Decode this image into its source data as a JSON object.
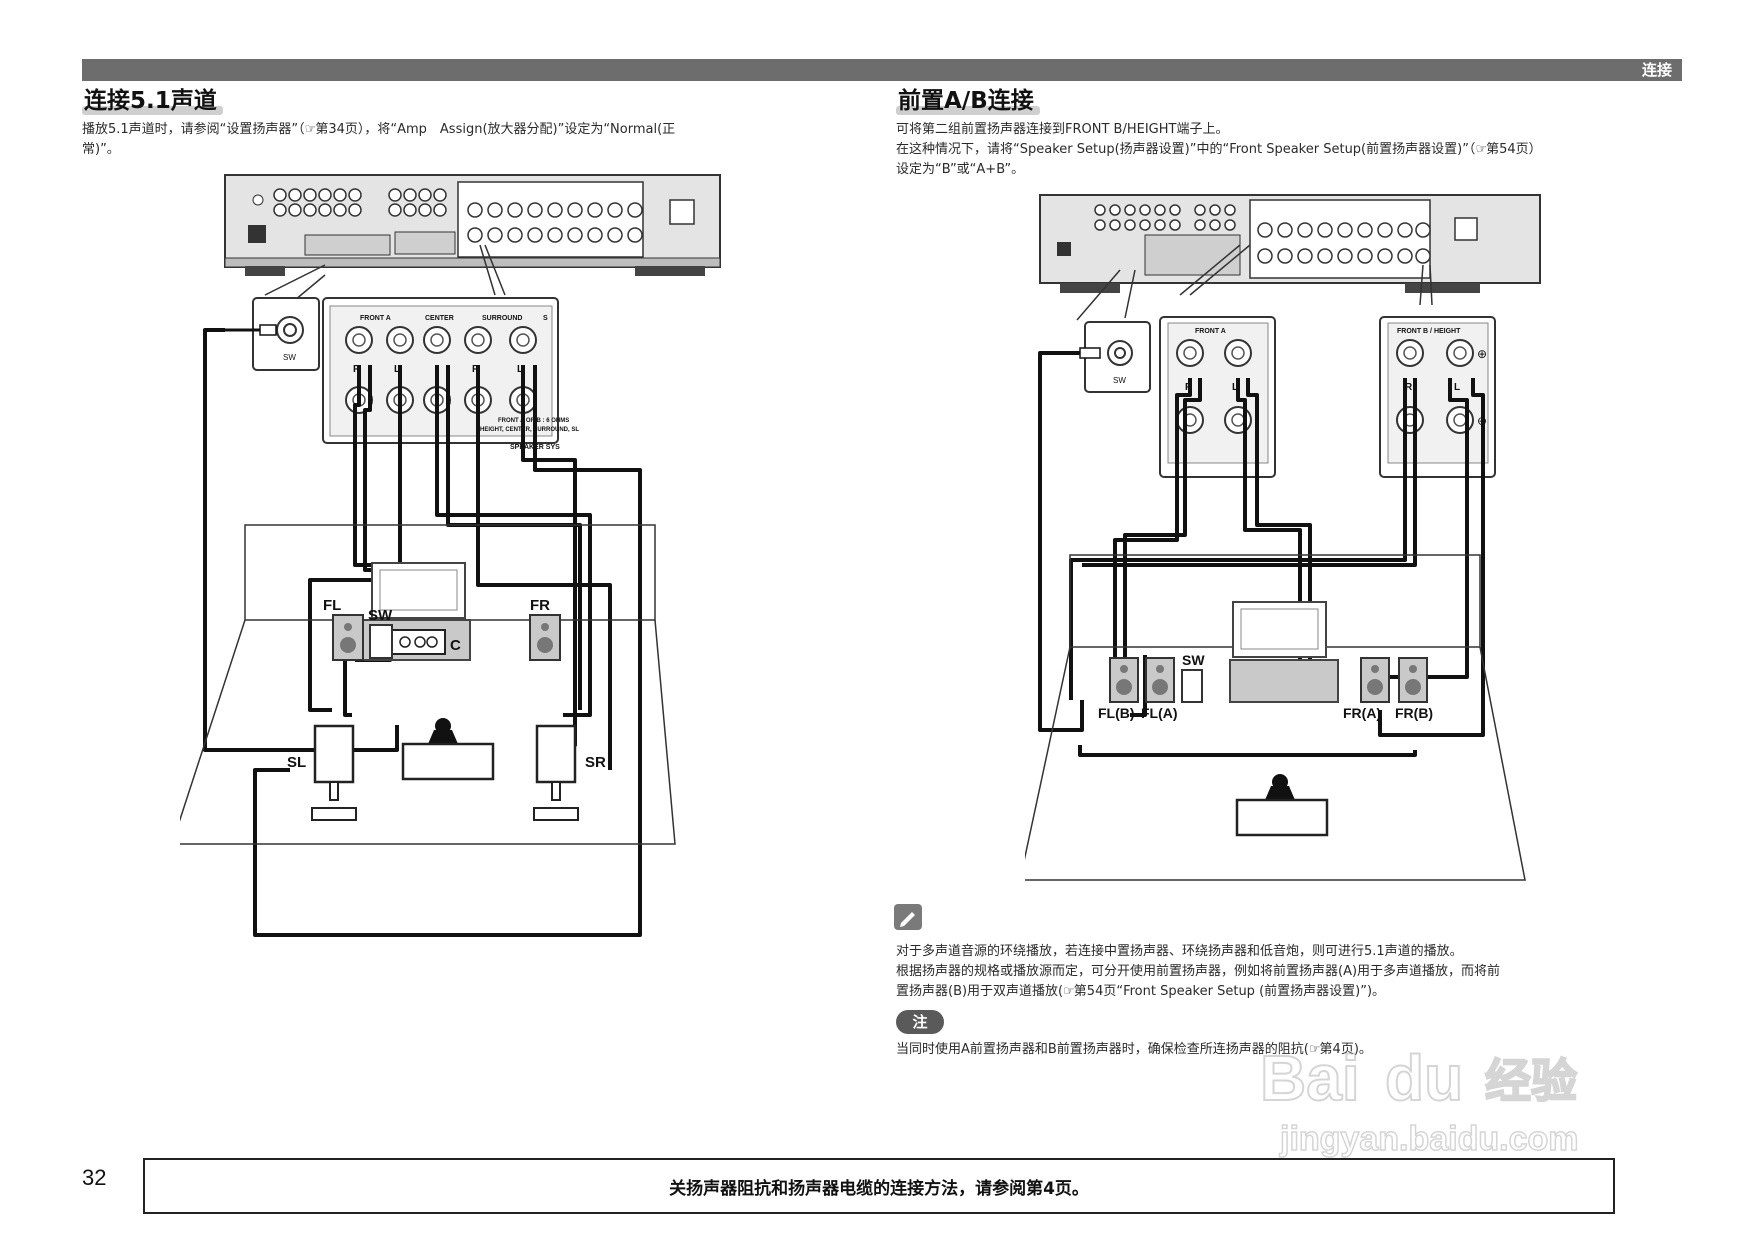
{
  "header": {
    "label": "连接"
  },
  "left": {
    "title": "连接5.1声道",
    "text_line1": "播放5.1声道时，请参阅“设置扬声器”（",
    "text_ref1": "☞",
    "text_line1b": "第34页），将“Amp　Assign(放大器分配)”设定为“Normal(正",
    "text_line2": "常)”。",
    "panel_labels": {
      "front_a": "FRONT A",
      "center": "CENTER",
      "surround": "SURROUND",
      "s": "S",
      "r": "R",
      "l": "L",
      "sw": "SW",
      "spec1": "FRONT A OR B : 6 OHMS",
      "spec2": "HEIGHT, CENTER, SURROUND, SL",
      "spec3": "SPEAKER SYS"
    },
    "room_labels": {
      "fl": "FL",
      "sw": "SW",
      "fr": "FR",
      "c": "C",
      "sl": "SL",
      "sr": "SR"
    }
  },
  "right": {
    "title": "前置A/B连接",
    "text_line1": "可将第二组前置扬声器连接到FRONT B/HEIGHT端子上。",
    "text_line2a": "在这种情况下，请将“Speaker Setup(扬声器设置)”中的“Front Speaker Setup(前置扬声器设置)”（",
    "text_ref2": "☞",
    "text_line2b": "第54页）",
    "text_line3": "设定为“B”或“A+B”。",
    "panel_labels": {
      "front_a": "FRONT A",
      "front_b": "FRONT B / HEIGHT",
      "r": "R",
      "l": "L",
      "sw": "SW",
      "plus": "⊕",
      "minus": "⊖"
    },
    "room_labels": {
      "flb": "FL(B)",
      "fla": "FL(A)",
      "sw": "SW",
      "fra": "FR(A)",
      "frb": "FR(B)"
    },
    "note_line1": "对于多声道音源的环绕播放，若连接中置扬声器、环绕扬声器和低音炮，则可进行5.1声道的播放。",
    "note_line2": "根据扬声器的规格或播放源而定，可分开使用前置扬声器，例如将前置扬声器(A)用于多声道播放，而将前",
    "note_line3a": "置扬声器(B)用于双声道播放(",
    "note_ref3": "☞",
    "note_line3b": "第54页“Front Speaker Setup (前置扬声器设置)”)。",
    "caution_badge": "注",
    "caution_line1a": "当同时使用A前置扬声器和B前置扬声器时，确保检查所连扬声器的阻抗(",
    "caution_ref": "☞",
    "caution_line1b": "第4页)。"
  },
  "footer": {
    "page_number": "32",
    "box_text": "关扬声器阻抗和扬声器电缆的连接方法，请参阅第4页。"
  },
  "watermark": {
    "brand": "Baidu经验",
    "url": "jingyan.baidu.com"
  },
  "icons": [
    "pencil-note-icon",
    "hand-pointer-ref-icon"
  ]
}
